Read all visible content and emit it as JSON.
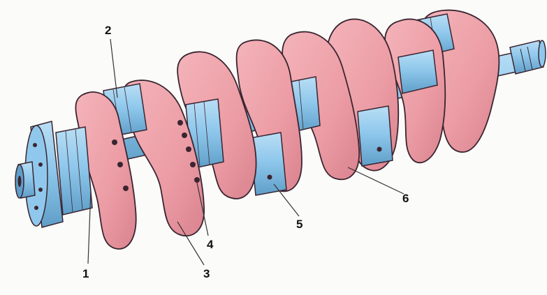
{
  "diagram": {
    "subject": "crankshaft",
    "colors": {
      "web": "#ec9ca4",
      "web_dark": "#cf7a86",
      "journal": "#8fc8ec",
      "journal_dark": "#5f9ec8",
      "outline": "#3a2530",
      "leader": "#333333",
      "background": "#fbfbf9"
    },
    "callouts": [
      {
        "id": "1",
        "label": "1"
      },
      {
        "id": "2",
        "label": "2"
      },
      {
        "id": "3",
        "label": "3"
      },
      {
        "id": "4",
        "label": "4"
      },
      {
        "id": "5",
        "label": "5"
      },
      {
        "id": "6",
        "label": "6"
      }
    ]
  }
}
